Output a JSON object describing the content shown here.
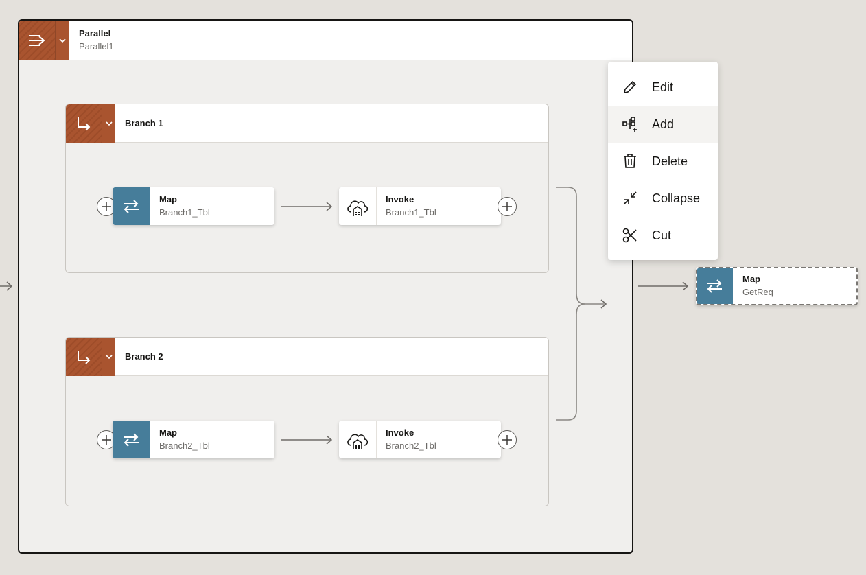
{
  "parallel": {
    "title": "Parallel",
    "subtitle": "Parallel1"
  },
  "branches": [
    {
      "title": "Branch 1",
      "nodes": [
        {
          "type": "map",
          "title": "Map",
          "subtitle": "Branch1_Tbl"
        },
        {
          "type": "invoke",
          "title": "Invoke",
          "subtitle": "Branch1_Tbl"
        }
      ]
    },
    {
      "title": "Branch 2",
      "nodes": [
        {
          "type": "map",
          "title": "Map",
          "subtitle": "Branch2_Tbl"
        },
        {
          "type": "invoke",
          "title": "Invoke",
          "subtitle": "Branch2_Tbl"
        }
      ]
    }
  ],
  "menu": {
    "items": [
      {
        "label": "Edit",
        "icon": "pencil-icon"
      },
      {
        "label": "Add",
        "icon": "add-node-icon"
      },
      {
        "label": "Delete",
        "icon": "trash-icon"
      },
      {
        "label": "Collapse",
        "icon": "collapse-icon"
      },
      {
        "label": "Cut",
        "icon": "scissors-icon"
      }
    ],
    "highlighted": "Add"
  },
  "outside_node": {
    "type": "map",
    "title": "Map",
    "subtitle": "GetReq"
  },
  "colors": {
    "canvas": "#e4e1dc",
    "container_icon": "#a9542f",
    "map_icon": "#467d9a",
    "border_dark": "#161513"
  }
}
